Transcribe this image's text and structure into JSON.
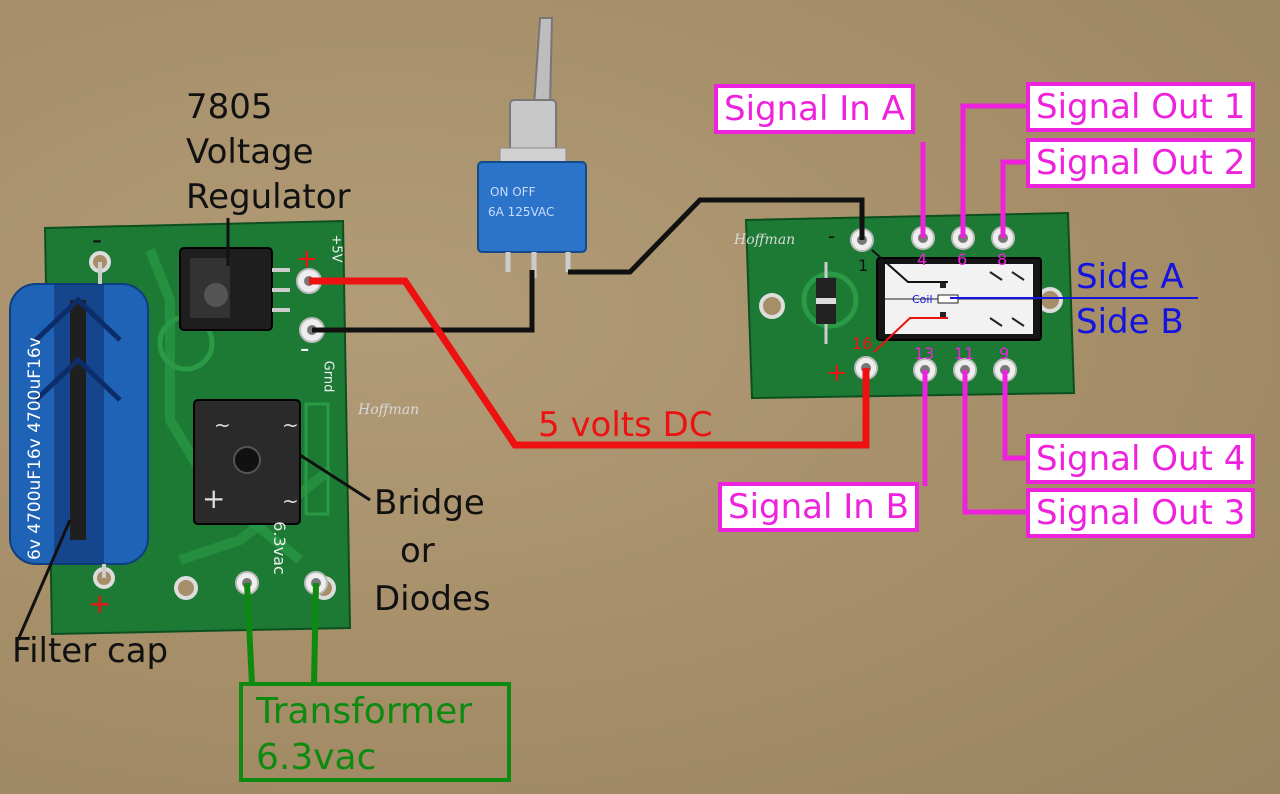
{
  "labels": {
    "regulator_line1": "7805",
    "regulator_line2": "Voltage",
    "regulator_line3": "Regulator",
    "bridge_line1": "Bridge",
    "bridge_line2": "or",
    "bridge_line3": "Diodes",
    "filter_cap": "Filter cap",
    "transformer_line1": "Transformer",
    "transformer_line2": "6.3vac",
    "five_volts": "5 volts DC",
    "side_a": "Side A",
    "side_b": "Side B",
    "signal_in_a": "Signal In A",
    "signal_in_b": "Signal In B",
    "signal_out_1": "Signal Out 1",
    "signal_out_2": "Signal Out 2",
    "signal_out_3": "Signal Out 3",
    "signal_out_4": "Signal Out 4"
  },
  "pins": {
    "p1": "1",
    "p4": "4",
    "p6": "6",
    "p8": "8",
    "p16": "16",
    "p13": "13",
    "p11": "11",
    "p9": "9"
  },
  "board_marks": {
    "plus": "+",
    "minus": "-",
    "plus5v": "+5V",
    "grnd": "Grnd",
    "vac": "6.3vac",
    "coil": "Coil"
  },
  "signature": "Hoffman",
  "colors": {
    "board_green": "#1c7a34",
    "signal_pink": "#ee22dd",
    "power_red": "#ee1111",
    "side_blue": "#1414e0",
    "transformer_green": "#0f8a10"
  }
}
